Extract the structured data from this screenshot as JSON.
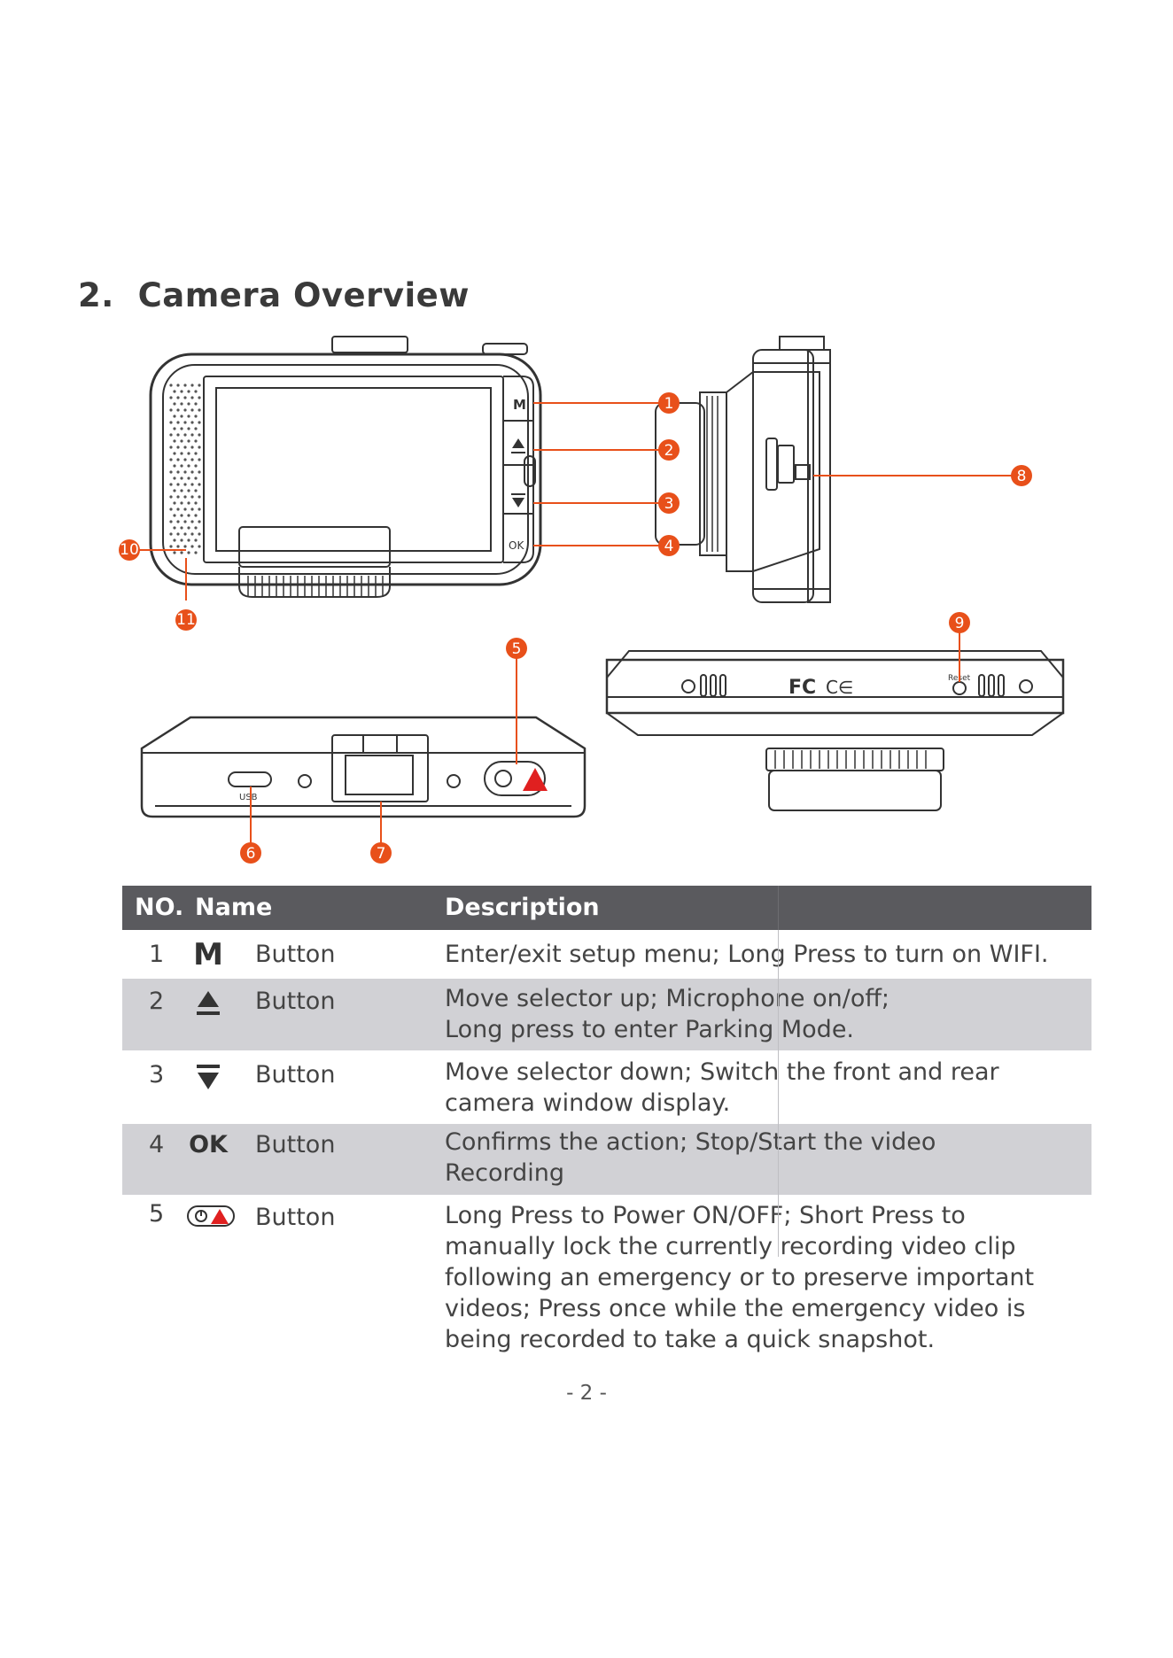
{
  "section": {
    "number": "2.",
    "title": "Camera Overview"
  },
  "figure": {
    "callouts": [
      "1",
      "2",
      "3",
      "4",
      "5",
      "6",
      "7",
      "8",
      "9",
      "10",
      "11"
    ],
    "labels": {
      "m_key": "M",
      "ok_key": "OK",
      "usb": "USB",
      "reset": "Reset",
      "fc_mark": "FC",
      "ce_mark": "C∈"
    },
    "accent_color": "#e8501a"
  },
  "table": {
    "headers": {
      "no": "NO.",
      "name": "Name",
      "description": "Description"
    },
    "rows": [
      {
        "no": "1",
        "icon": "M",
        "icon_name": "m-key-icon",
        "name": "Button",
        "lines": [
          "Enter/exit setup menu; Long Press to turn on WIFI."
        ]
      },
      {
        "no": "2",
        "icon": "",
        "icon_name": "up-triangle-icon",
        "name": "Button",
        "lines": [
          "Move selector up; Microphone on/off;",
          "Long press to enter Parking Mode."
        ]
      },
      {
        "no": "3",
        "icon": "",
        "icon_name": "down-triangle-icon",
        "name": "Button",
        "lines": [
          "Move selector down; Switch the front and rear",
          "camera window display."
        ]
      },
      {
        "no": "4",
        "icon": "OK",
        "icon_name": "ok-key-icon",
        "name": "Button",
        "lines": [
          "Confirms the action; Stop/Start the video",
          "Recording"
        ]
      },
      {
        "no": "5",
        "icon": "",
        "icon_name": "power-emergency-icon",
        "name": "Button",
        "lines": [
          "Long Press to Power ON/OFF; Short Press to",
          "manually lock the currently recording video clip",
          "following an emergency or to preserve important",
          "videos; Press once while the emergency video is",
          "being recorded to take a quick snapshot."
        ]
      }
    ]
  },
  "footer": {
    "page": "- 2 -"
  }
}
